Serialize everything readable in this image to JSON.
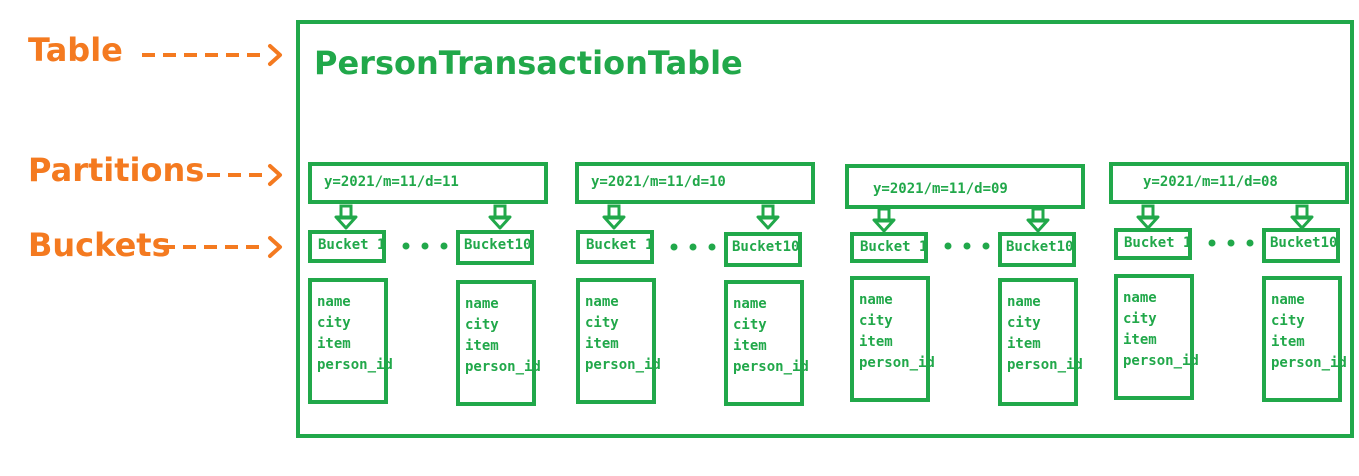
{
  "labels": {
    "table": "Table",
    "partitions": "Partitions",
    "buckets": "Buckets"
  },
  "table_title": "PersonTransactionTable",
  "partitions": [
    {
      "label": "y=2021/m=11/d=11",
      "bucket_first": "Bucket 1",
      "bucket_last": "Bucket10"
    },
    {
      "label": "y=2021/m=11/d=10",
      "bucket_first": "Bucket 1",
      "bucket_last": "Bucket10"
    },
    {
      "label": "y=2021/m=11/d=09",
      "bucket_first": "Bucket 1",
      "bucket_last": "Bucket10"
    },
    {
      "label": "y=2021/m=11/d=08",
      "bucket_first": "Bucket 1",
      "bucket_last": "Bucket10"
    }
  ],
  "columns": [
    "name",
    "city",
    "item",
    "person_id"
  ],
  "colors": {
    "label_orange": "#f47a20",
    "diagram_green": "#21a84a"
  }
}
